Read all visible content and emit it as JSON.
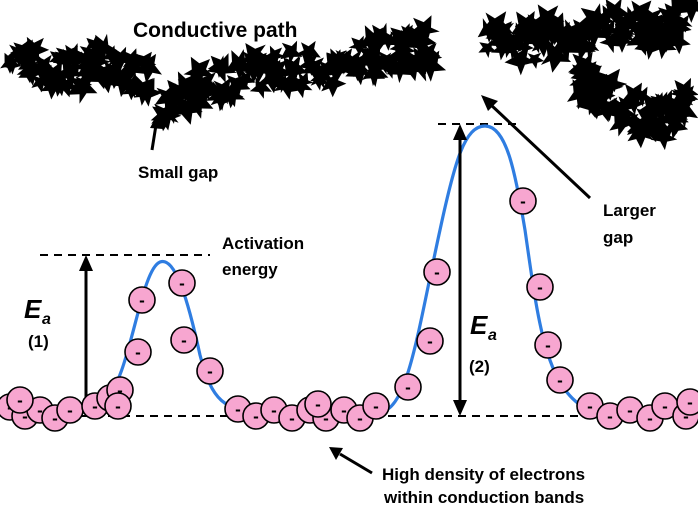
{
  "labels": {
    "conductive_path": "Conductive path",
    "small_gap": "Small gap",
    "larger_gap_line1": "Larger",
    "larger_gap_line2": "gap",
    "activation_line1": "Activation",
    "activation_line2": "energy",
    "ea1_symbol": "E",
    "ea1_subscript": "a",
    "ea1_number": "(1)",
    "ea2_symbol": "E",
    "ea2_subscript": "a",
    "ea2_number": "(2)",
    "bottom_line1": "High density of electrons",
    "bottom_line2": "within conduction bands"
  },
  "electron_sign": "-",
  "colors": {
    "curve": "#2f7de1",
    "electron_fill": "#f7a6d0",
    "particles": "#000000"
  }
}
